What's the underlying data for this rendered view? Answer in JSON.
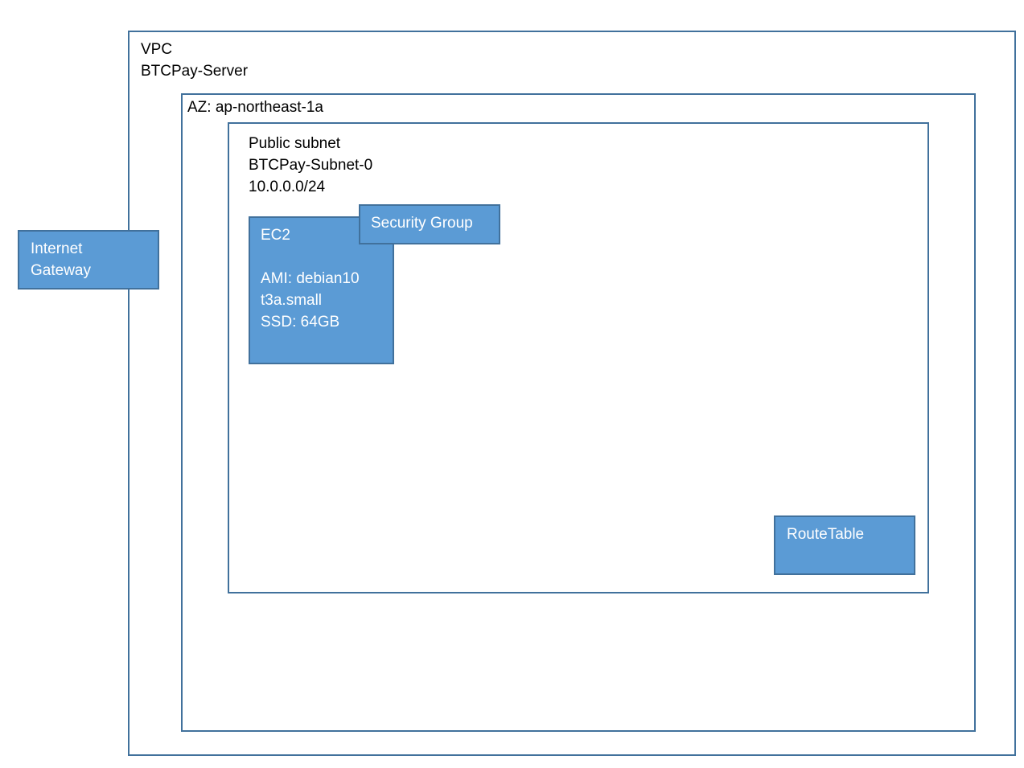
{
  "vpc": {
    "title": "VPC",
    "name": "BTCPay-Server"
  },
  "az": {
    "label": "AZ: ap-northeast-1a"
  },
  "subnet": {
    "type": "Public subnet",
    "name": "BTCPay-Subnet-0",
    "cidr": "10.0.0.0/24"
  },
  "internet_gateway": {
    "line1": "Internet",
    "line2": "Gateway"
  },
  "ec2": {
    "title": "EC2",
    "ami": "AMI: debian10",
    "instance_type": "t3a.small",
    "storage": "SSD: 64GB"
  },
  "security_group": {
    "label": "Security Group"
  },
  "route_table": {
    "label": "RouteTable"
  },
  "colors": {
    "box_fill": "#5b9bd5",
    "box_border": "#41719c",
    "frame_border": "#41719c",
    "box_text": "#ffffff"
  }
}
